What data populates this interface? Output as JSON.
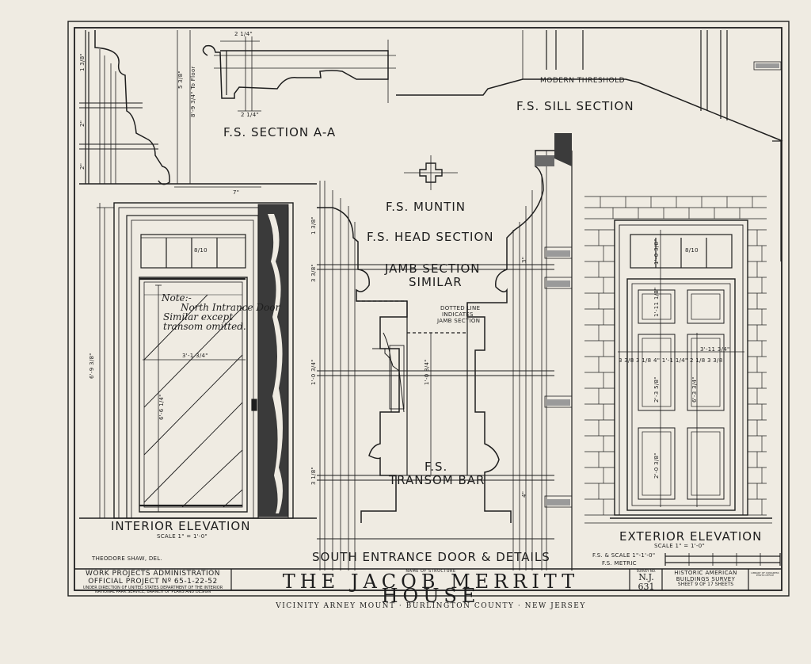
{
  "drawing": {
    "section_aa": "F.S. SECTION A-A",
    "sill_section": "F.S. SILL SECTION",
    "modern_threshold": "MODERN THRESHOLD",
    "muntin": "F.S. MUNTIN",
    "head_section": "F.S. HEAD SECTION",
    "jamb_section_1": "JAMB SECTION",
    "jamb_section_2": "SIMILAR",
    "dotted_1": "DOTTED LINE",
    "dotted_2": "INDICATES",
    "dotted_3": "JAMB SECTION",
    "transom_1": "F.S.",
    "transom_2": "TRANSOM BAR",
    "note_1": "Note:-",
    "note_2": "North Intrance Door",
    "note_3": "Similar except",
    "note_4": "transom omitted.",
    "interior_title": "INTERIOR ELEVATION",
    "interior_scale": "SCALE 1\" = 1'-0\"",
    "exterior_title": "EXTERIOR ELEVATION",
    "exterior_scale": "SCALE 1\" = 1'-0\"",
    "main_title": "SOUTH ENTRANCE DOOR & DETAILS",
    "fs_scale_1": "F.S. & SCALE 1\"-1'-0\"",
    "fs_scale_2": "F.S. METRIC",
    "delineator": "THEODORE SHAW, DEL.",
    "transom_pane_int": "8/10",
    "transom_pane_ext": "8/10"
  },
  "dimensions": {
    "d_2_1_4": "2 1/4\"",
    "d_2_1_4b": "2 1/4\"",
    "d_8_9_3_4": "8'-9 3/4\" To Floor",
    "d_5_3_8": "5 3/8\"",
    "d_1_3_8": "1 3/8\"",
    "d_2a": "2\"",
    "d_2b": "2\"",
    "d_7": "7\"",
    "d_1_3_8b": "1 3/8\"",
    "d_3_3_8": "3 3/8\"",
    "d_1_0_3_4": "1'-0 3/4\"",
    "d_1_0_3_4b": "1'-0 3/4\"",
    "d_3_1_8": "3 1/8\"",
    "d_3": "3\"",
    "d_4": "4\"",
    "d_6_9_3_8": "6'-9 3/8\"",
    "d_3_1_3_4": "3'-1 3/4\"",
    "d_6_6_1_4": "6'-6 1/4\"",
    "e_1_0_3_8": "1'-0 3/8\"",
    "e_1_11_1_8": "1'-11 1/8\"",
    "e_2_3_5_8": "2'-3 5/8\"",
    "e_2_0_3_8": "2'-0 3/8\"",
    "e_3_11_3_4": "3'-11 3/4\"",
    "e_6_3_3_4": "6'-3 3/4\"",
    "e_1_1_1_4": "1'-1 1/4\"",
    "e_row": "3 3/8  3 1/8        4\"        1'-1 1/4\"        2 1/8  3 3/8"
  },
  "title_block": {
    "wpa_1": "WORK PROJECTS ADMINISTRATION",
    "wpa_2": "OFFICIAL PROJECT Nº 65-1-22-52",
    "wpa_3": "UNDER DIRECTION OF UNITED STATES DEPARTMENT OF THE INTERIOR",
    "wpa_4": "NATIONAL PARK SERVICE, BRANCH OF PLANS AND DESIGN",
    "name_label": "NAME OF STRUCTURE",
    "structure_name": "THE JACOB MERRITT HOUSE",
    "location": "VICINITY ARNEY MOUNT · BURLINGTON COUNTY · NEW JERSEY",
    "survey_label": "SURVEY NO.",
    "state": "N.J.",
    "survey_no": "631",
    "habs_1": "HISTORIC AMERICAN",
    "habs_2": "BUILDINGS SURVEY",
    "sheet": "SHEET 9 OF 17 SHEETS",
    "loc_1": "LIBRARY OF CONGRESS",
    "loc_2": "PHOTO OFFICE"
  }
}
